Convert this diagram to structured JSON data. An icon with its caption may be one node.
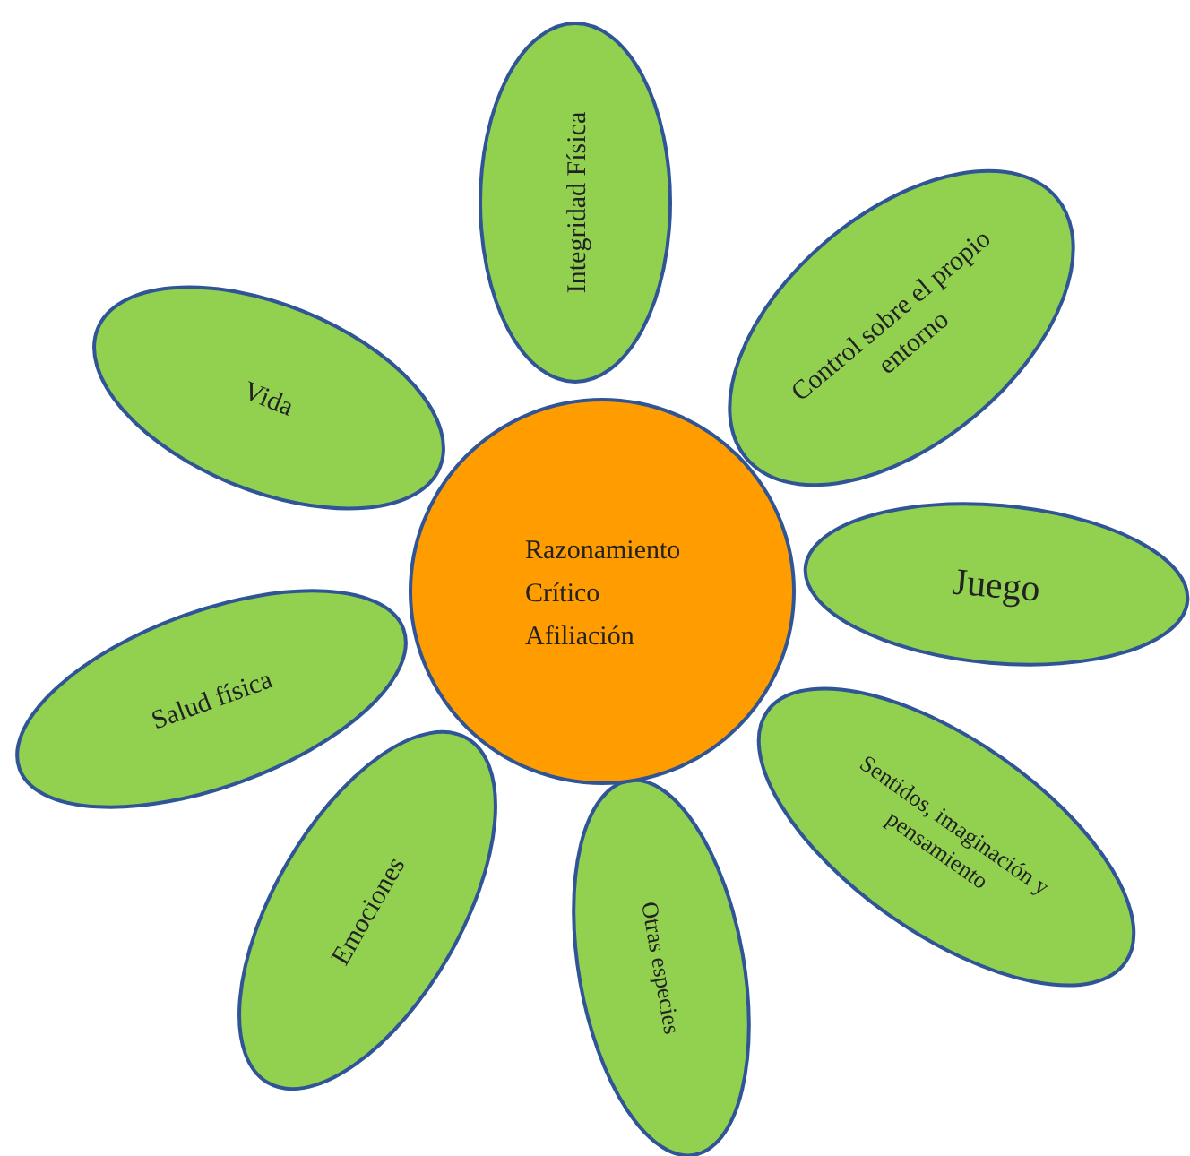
{
  "diagram": {
    "nodes": [
      {
        "text": [
          "Integridad Física"
        ]
      },
      {
        "text": [
          "Vida"
        ]
      },
      {
        "text": [
          "Control sobre el propio entorno"
        ]
      },
      {
        "text": [
          "Razonamiento Crítico Afiliación"
        ]
      },
      {
        "text": [
          "Juego"
        ]
      },
      {
        "text": [
          "Salud física"
        ]
      },
      {
        "text": [
          "Sentidos, imaginación y pensamiento"
        ]
      },
      {
        "text": [
          "Emociones"
        ]
      },
      {
        "text": [
          "Otras especies"
        ]
      }
    ]
  }
}
